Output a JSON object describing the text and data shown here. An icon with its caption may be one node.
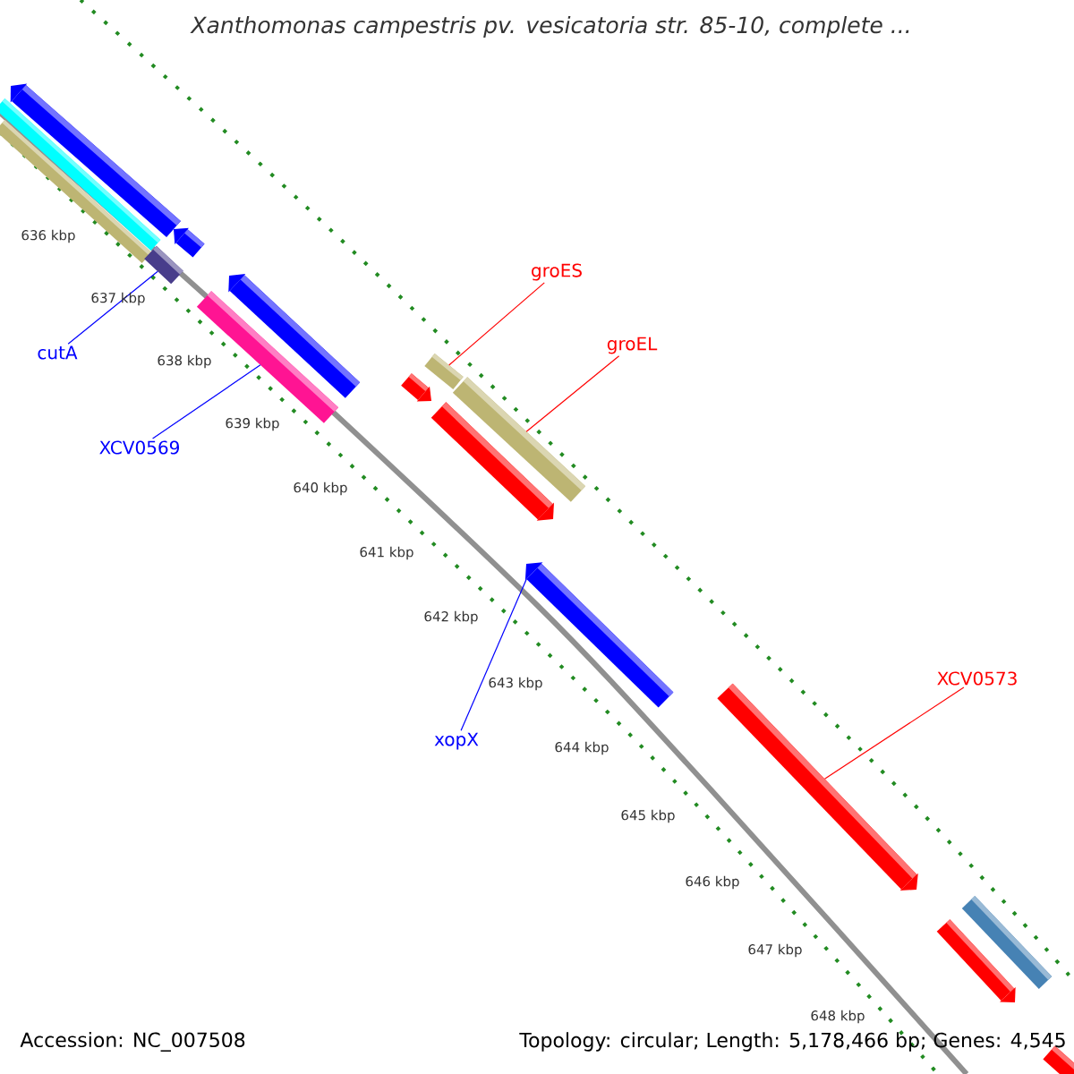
{
  "diagram": {
    "title": "Xanthomonas campestris pv. vesicatoria str. 85-10, complete ...",
    "nodes": [
      {
        "text": [],
        "shape": "arrow"
      },
      {
        "text": [],
        "shape": "arrow"
      },
      {
        "text": [],
        "shape": "bar"
      },
      {
        "text": [],
        "shape": "bar"
      },
      {
        "text": [],
        "shape": "bar"
      },
      {
        "text": [
          "cutA"
        ]
      },
      {
        "text": [],
        "shape": "arrow"
      },
      {
        "text": [],
        "shape": "bar"
      },
      {
        "text": [
          "XCV0569"
        ]
      },
      {
        "text": [
          "groES"
        ]
      },
      {
        "text": [],
        "shape": "bar"
      },
      {
        "text": [],
        "shape": "arrow"
      },
      {
        "text": [
          "groEL"
        ]
      },
      {
        "text": [],
        "shape": "bar"
      },
      {
        "text": [],
        "shape": "arrow"
      },
      {
        "text": [
          "xopX"
        ]
      },
      {
        "text": [],
        "shape": "arrow"
      },
      {
        "text": [
          "XCV0573"
        ]
      },
      {
        "text": [],
        "shape": "arrow"
      },
      {
        "text": [],
        "shape": "arrow"
      },
      {
        "text": [],
        "shape": "bar"
      },
      {
        "text": [],
        "shape": "bar"
      }
    ],
    "edges": [
      {
        "from": 5,
        "to": 4,
        "arrow": "none",
        "color": "#0000ff"
      },
      {
        "from": 8,
        "to": 7,
        "arrow": "none",
        "color": "#0000ff"
      },
      {
        "from": 9,
        "to": 10,
        "arrow": "none",
        "color": "#ff0000"
      },
      {
        "from": 12,
        "to": 13,
        "arrow": "none",
        "color": "#ff0000"
      },
      {
        "from": 15,
        "to": 16,
        "arrow": "none",
        "color": "#0000ff"
      },
      {
        "from": 17,
        "to": 18,
        "arrow": "none",
        "color": "#ff0000"
      }
    ],
    "labels": [
      "636 kbp",
      "637 kbp",
      "638 kbp",
      "639 kbp",
      "640 kbp",
      "641 kbp",
      "642 kbp",
      "643 kbp",
      "644 kbp",
      "645 kbp",
      "646 kbp",
      "647 kbp",
      "648 kbp",
      "Accession: NC_007508",
      "Topology: circular; Length: 5,178,466 bp; Genes: 4,545"
    ]
  }
}
